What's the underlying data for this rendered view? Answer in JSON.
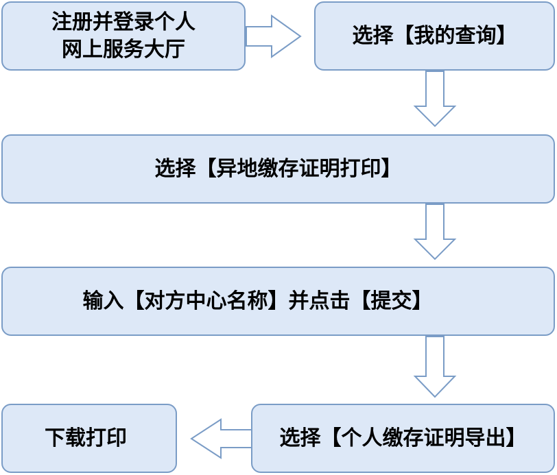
{
  "steps": {
    "register": "注册并登录个人\n网上服务大厅",
    "my_query": "选择【我的查询】",
    "remote_print": "选择【异地缴存证明打印】",
    "input_center": "输入【对方中心名称】并点击【提交】",
    "export": "选择【个人缴存证明导出】",
    "download": "下载打印"
  },
  "colors": {
    "box_fill": "#dde8f7",
    "box_border": "#7a9cc6",
    "arrow_fill": "#ffffff",
    "text": "#000000"
  }
}
